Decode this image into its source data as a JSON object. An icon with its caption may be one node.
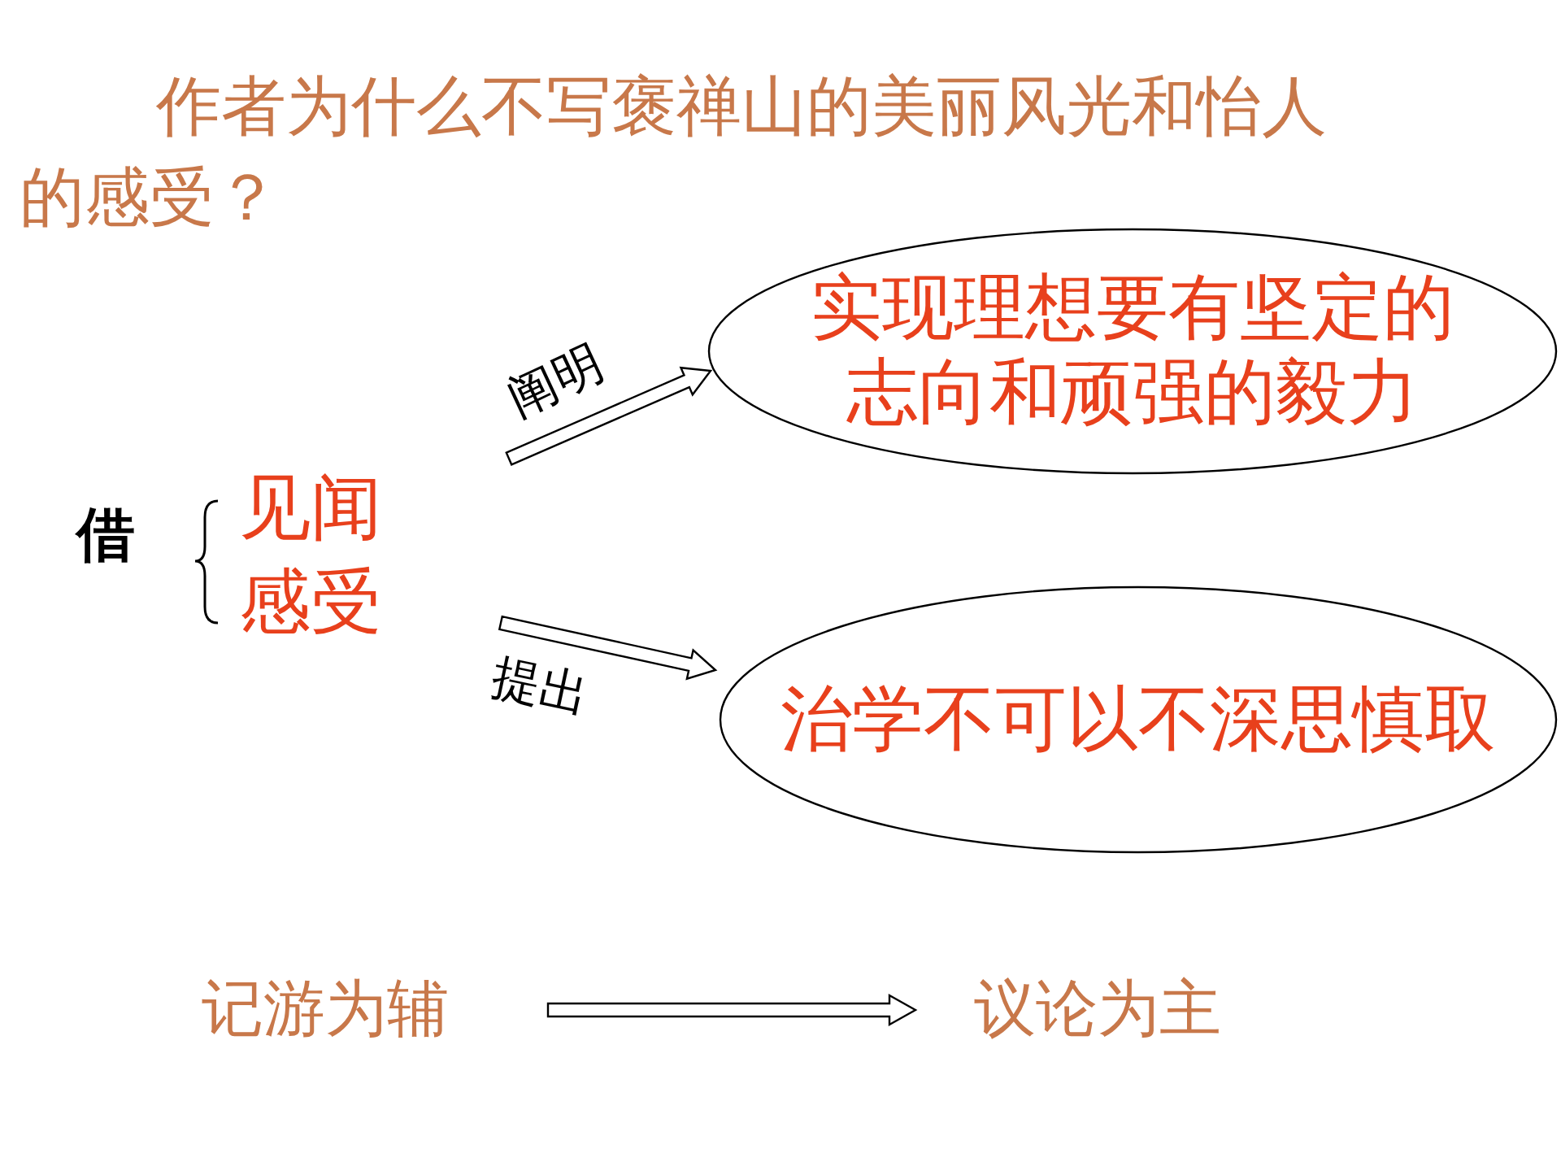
{
  "diagram": {
    "title": "作者为什么不写褒禅山的美丽风光和怡人的感受？",
    "nodes": [
      {
        "text": [
          "借"
        ]
      },
      {
        "text": [
          "见闻",
          "感受"
        ]
      },
      {
        "text": [
          "实现理想要有坚定的志向和顽强的毅力"
        ]
      },
      {
        "text": [
          "治学不可以不深思慎取"
        ]
      },
      {
        "text": [
          "记游为辅"
        ]
      },
      {
        "text": [
          "议论为主"
        ]
      }
    ],
    "edges": [
      {
        "from": 1,
        "to": 2,
        "arrow": "to",
        "label": "阐明"
      },
      {
        "from": 1,
        "to": 3,
        "arrow": "to",
        "label": "提出"
      },
      {
        "from": 4,
        "to": 5,
        "arrow": "to"
      }
    ]
  }
}
